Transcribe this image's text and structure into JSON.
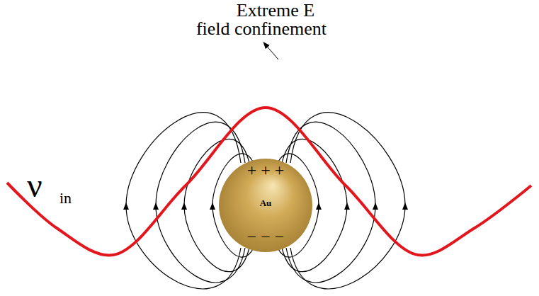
{
  "diagram": {
    "nodes": [
      {
        "text": [
          "+ + +",
          "Au",
          "− − −"
        ]
      }
    ],
    "labels": [
      "Extreme E field confinement",
      "ν",
      "in"
    ]
  }
}
